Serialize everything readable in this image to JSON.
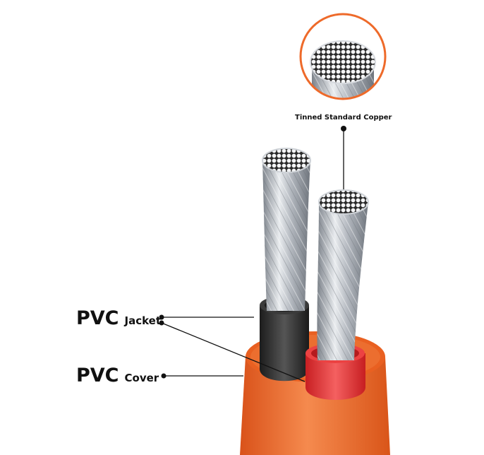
{
  "labels": {
    "copper": "Tinned Standard Copper",
    "jacket_main": "PVC",
    "jacket_sub": "Jacket",
    "cover_main": "PVC",
    "cover_sub": "Cover"
  },
  "colors": {
    "accent_orange": "#ee6a2a",
    "cover_orange": "#f0692a",
    "jacket_black": "#2b2b2b",
    "jacket_red": "#e5302f",
    "strand_silver": "#c9ccd1",
    "leader_line": "#111111"
  }
}
